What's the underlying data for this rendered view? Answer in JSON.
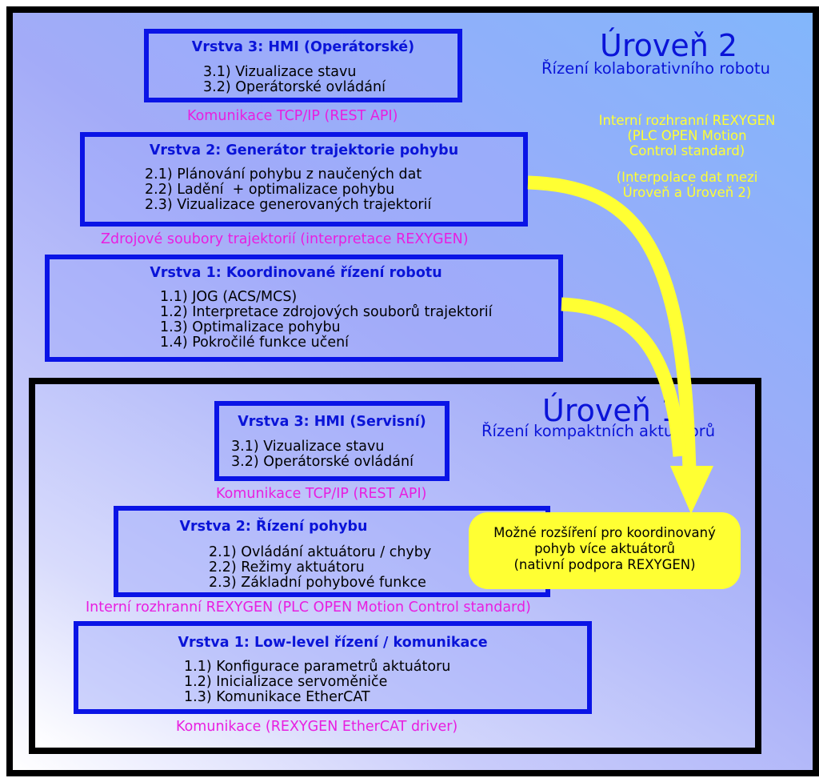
{
  "level2": {
    "title": "Úroveň 2",
    "subtitle": "Řízení kolaborativního robotu",
    "layers": [
      {
        "title": "Vrstva 3: HMI (Operátorské)",
        "items": [
          "3.1) Vizualizace stavu",
          "3.2) Operátorské ovládání"
        ]
      },
      {
        "title": "Vrstva 2: Generátor trajektorie pohybu",
        "items": [
          "2.1) Plánování pohybu z naučených dat",
          "2.2) Ladění  + optimalizace pohybu",
          "2.3) Vizualizace generovaných trajektorií"
        ]
      },
      {
        "title": "Vrstva 1: Koordinované řízení robotu",
        "items": [
          "1.1) JOG (ACS/MCS)",
          "1.2) Interpretace zdrojových souborů trajektorií",
          "1.3) Optimalizace pohybu",
          "1.4) Pokročilé funkce učení"
        ]
      }
    ],
    "connectors": [
      "Komunikace TCP/IP (REST API)",
      "Zdrojové soubory trajektorií (interpretace REXYGEN)"
    ]
  },
  "level1": {
    "title": "Úroveň 1",
    "subtitle": "Řízení kompaktních aktuátorů",
    "layers": [
      {
        "title": "Vrstva 3: HMI (Servisní)",
        "items": [
          "3.1) Vizualizace stavu",
          "3.2) Operátorské ovládání"
        ]
      },
      {
        "title": "Vrstva 2: Řízení pohybu",
        "items": [
          "2.1) Ovládání aktuátoru / chyby",
          "2.2) Režimy aktuátoru",
          "2.3) Základní pohybové funkce"
        ]
      },
      {
        "title": "Vrstva 1: Low-level řízení / komunikace",
        "items": [
          "1.1) Konfigurace parametrů aktuátoru",
          "1.2) Inicializace servoměniče",
          "1.3) Komunikace EtherCAT"
        ]
      }
    ],
    "connectors": [
      "Komunikace TCP/IP (REST API)",
      "Interní rozhranní REXYGEN (PLC OPEN Motion Control standard)",
      "Komunikace (REXYGEN EtherCAT driver)"
    ]
  },
  "interface_note": [
    "Interní rozhranní REXYGEN",
    "(PLC OPEN Motion",
    "Control standard)"
  ],
  "interpolation_note": [
    "(Interpolace dat mezi",
    "Úroveň a Úroveň 2)"
  ],
  "extension_note": [
    "Možné rozšíření pro koordinovaný",
    "pohyb více aktuátorů",
    "(nativní podpora REXYGEN)"
  ],
  "colors": {
    "layer_border": "#0a14e6",
    "title_blue": "#0a14d8",
    "magenta": "#e81ee0",
    "yellow": "#ffff33",
    "frame": "#000000"
  }
}
